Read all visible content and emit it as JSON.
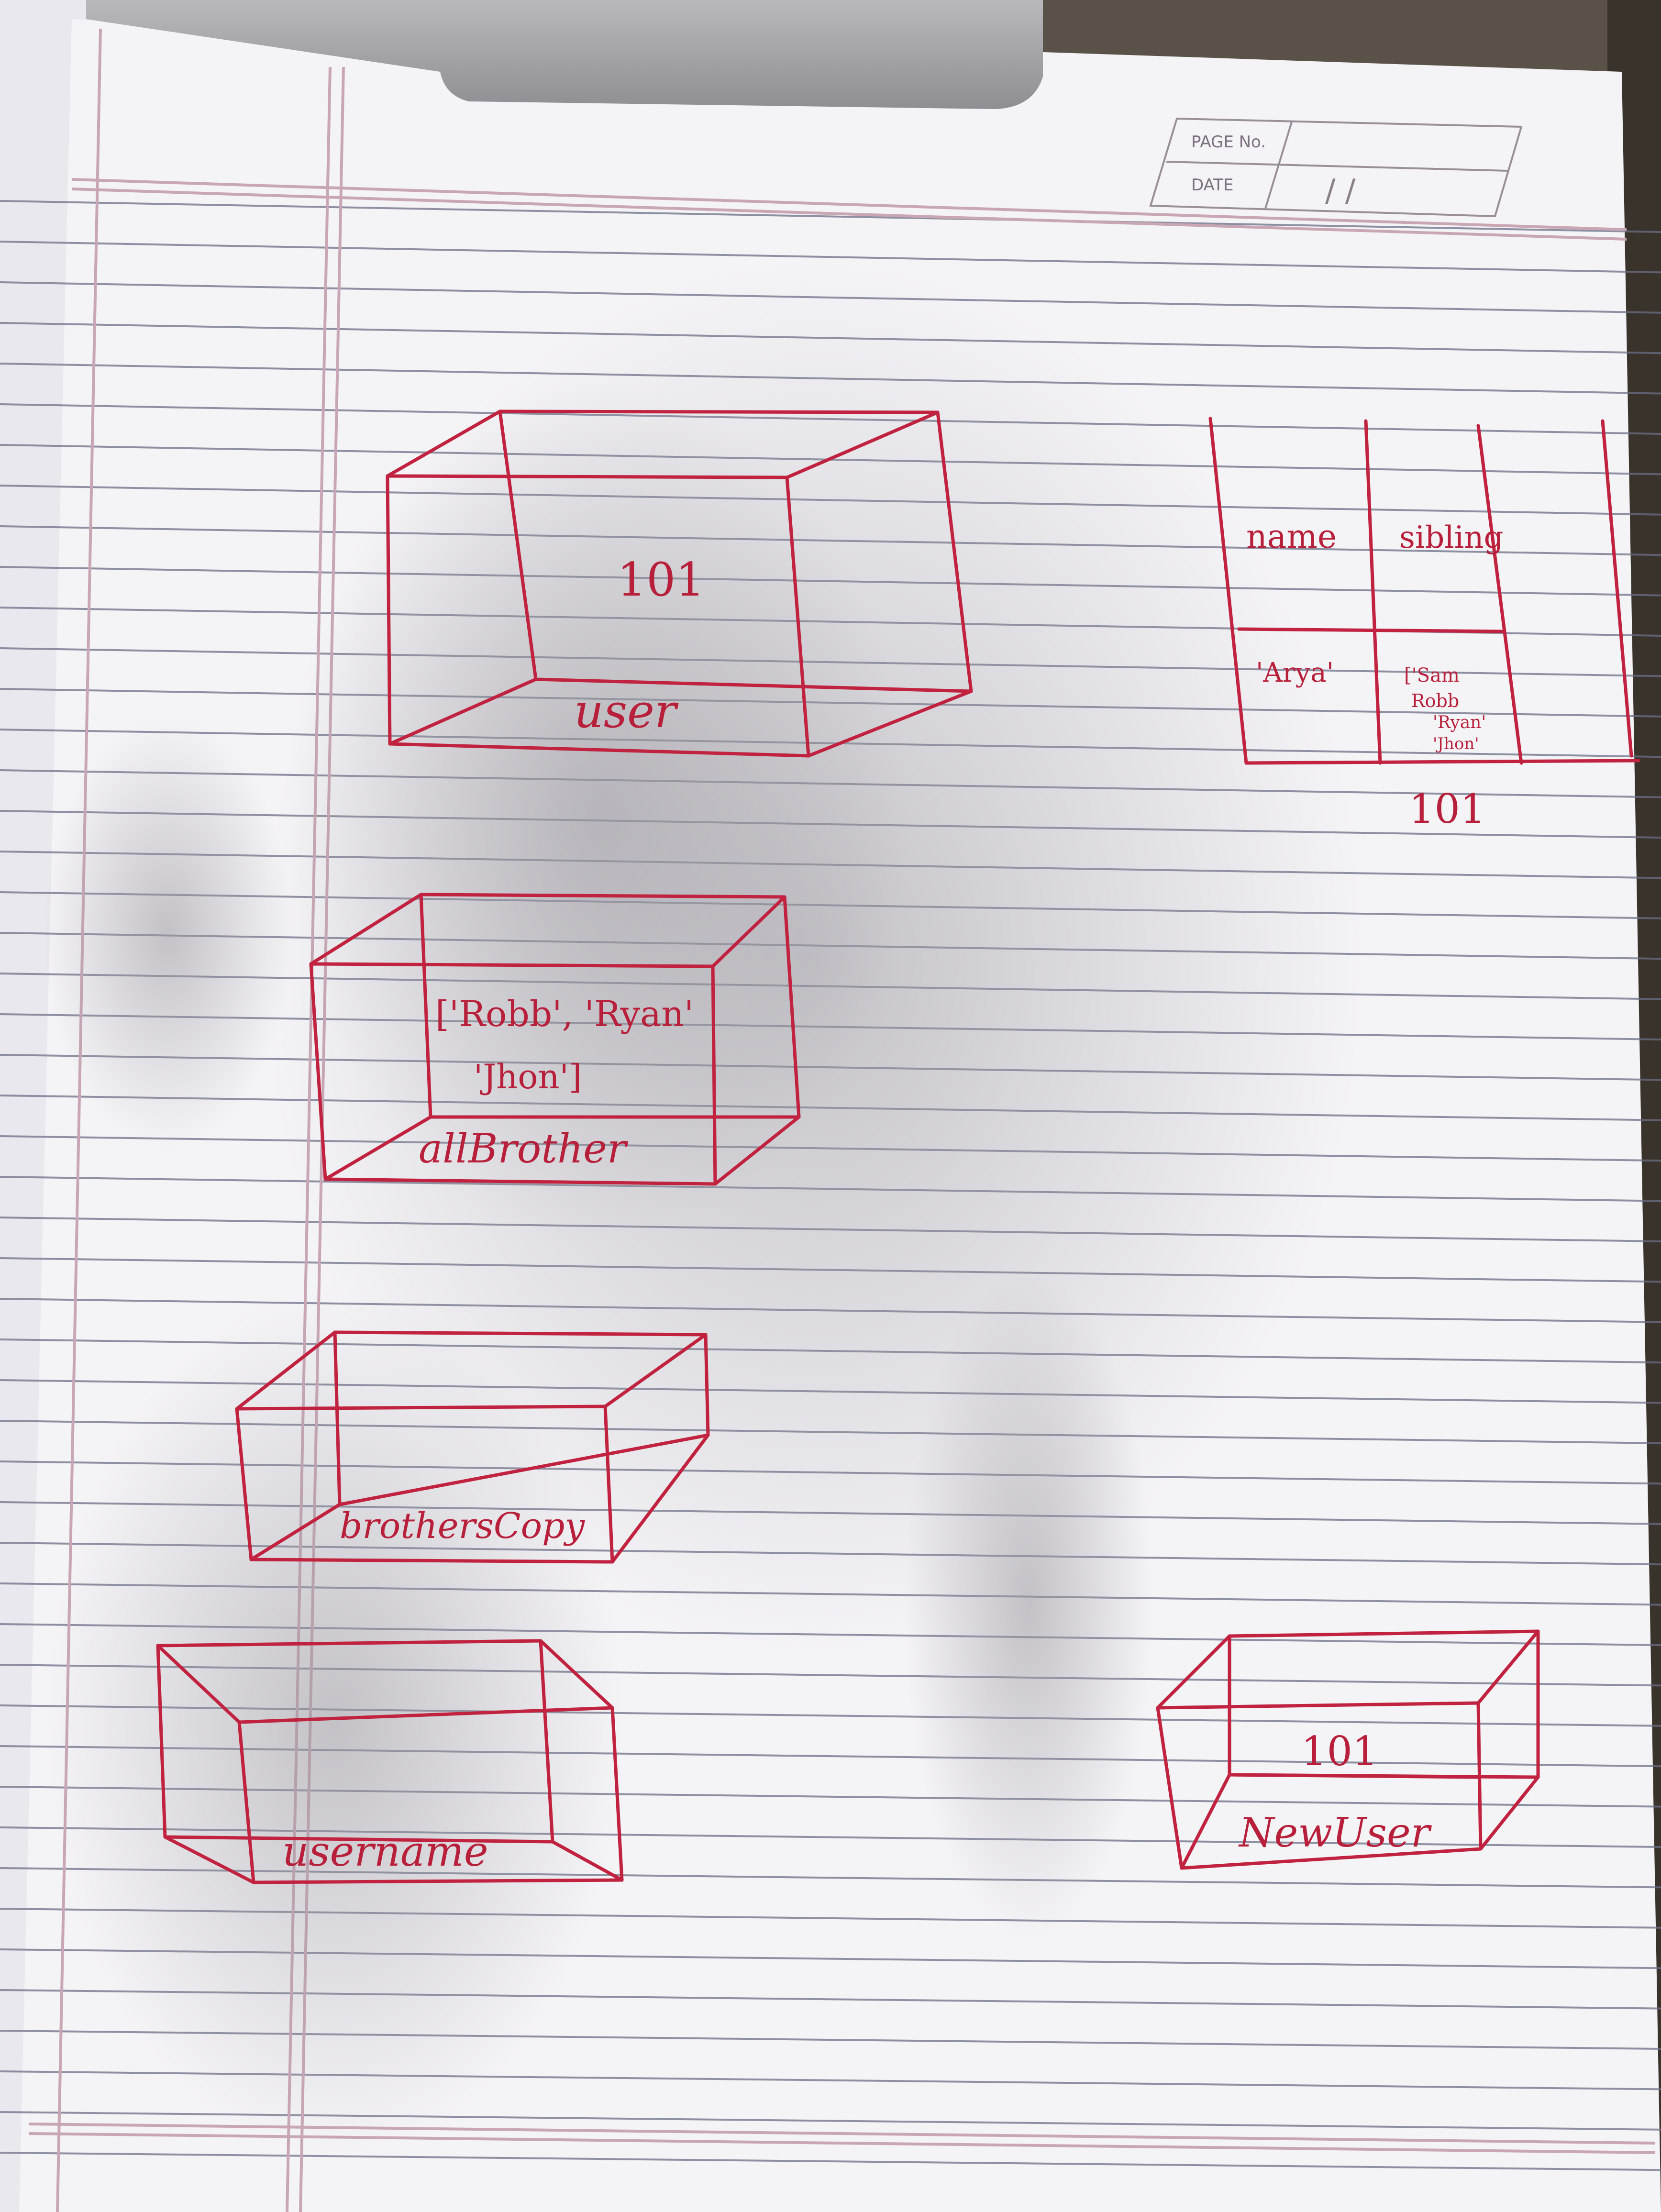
{
  "header_box": {
    "page_no_label": "PAGE No.",
    "date_label": "DATE",
    "date_value": "/ /"
  },
  "drawings": {
    "user_box": {
      "value": "101",
      "label": "user"
    },
    "user_object_table": {
      "headers": [
        "name",
        "sibling"
      ],
      "cells": [
        "'Arya'",
        "['Sam",
        "Robb",
        "'Ryan'",
        "'Jhon'"
      ],
      "address": "101"
    },
    "all_brother_box": {
      "value_line1": "['Robb', 'Ryan'",
      "value_line2": "'Jhon']",
      "label": "allBrother"
    },
    "brothers_copy_box": {
      "label": "brothersCopy"
    },
    "username_box": {
      "label": "username"
    },
    "new_user_box": {
      "value": "101",
      "label": "NewUser"
    }
  },
  "colors": {
    "ink": "#c0223f",
    "paper": "#f4f3f6",
    "rule_line": "#6b6f86",
    "margin_line": "#c9a6b4",
    "shadow": "#b9b7bd"
  }
}
